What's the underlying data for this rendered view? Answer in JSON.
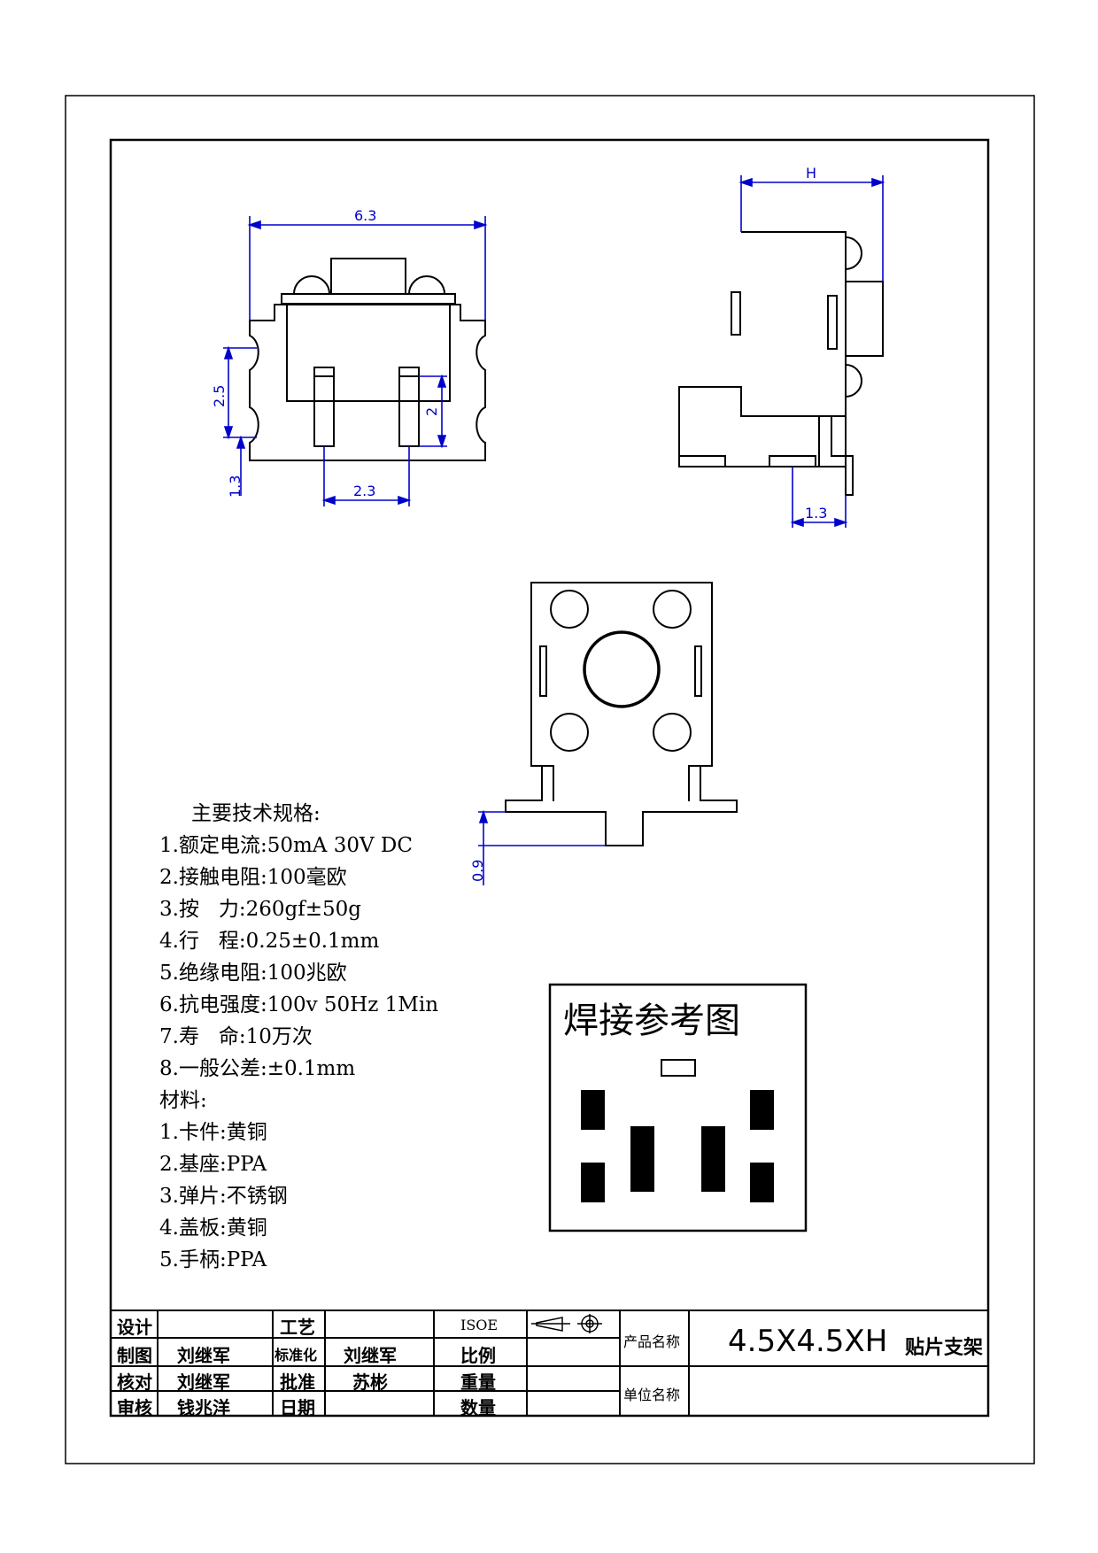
{
  "dimensions": {
    "front_width": "6.3",
    "front_height": "2.5",
    "front_pin_length": "2",
    "front_pin_offset": "1.3",
    "front_pin_pitch": "2.3",
    "side_width": "H",
    "side_pin_offset": "1.3",
    "bottom_pin": "0.9"
  },
  "specs": {
    "title": "主要技术规格:",
    "lines": [
      "1.额定电流:50mA 30V DC",
      "2.接触电阻:100毫欧",
      "3.按   力:260gf±50g",
      "4.行   程:0.25±0.1mm",
      "5.绝缘电阻:100兆欧",
      "6.抗电强度:100v 50Hz 1Min",
      "7.寿   命:10万次",
      "8.一般公差:±0.1mm"
    ],
    "materials_title": "材料:",
    "materials": [
      "1.卡件:黄铜",
      "2.基座:PPA",
      "3.弹片:不锈钢",
      "4.盖板:黄铜",
      "5.手柄:PPA"
    ]
  },
  "solder_ref": {
    "title": "焊接参考图"
  },
  "title_block": {
    "design": "设计",
    "drawing": "制图",
    "check": "核对",
    "review": "审核",
    "drawing_name": "刘继军",
    "check_name": "刘继军",
    "review_name": "钱兆洋",
    "process": "工艺",
    "standard": "标准化",
    "approve": "批准",
    "date": "日期",
    "standard_name": "刘继军",
    "approve_name": "苏彬",
    "isoe": "ISOE",
    "scale": "比例",
    "weight": "重量",
    "quantity": "数量",
    "product_name_label": "产品名称",
    "unit_name_label": "单位名称",
    "product_title": "4.5X4.5XH",
    "product_subtitle": "贴片支架"
  },
  "colors": {
    "dimension": "#0000cc",
    "line": "#000000"
  }
}
